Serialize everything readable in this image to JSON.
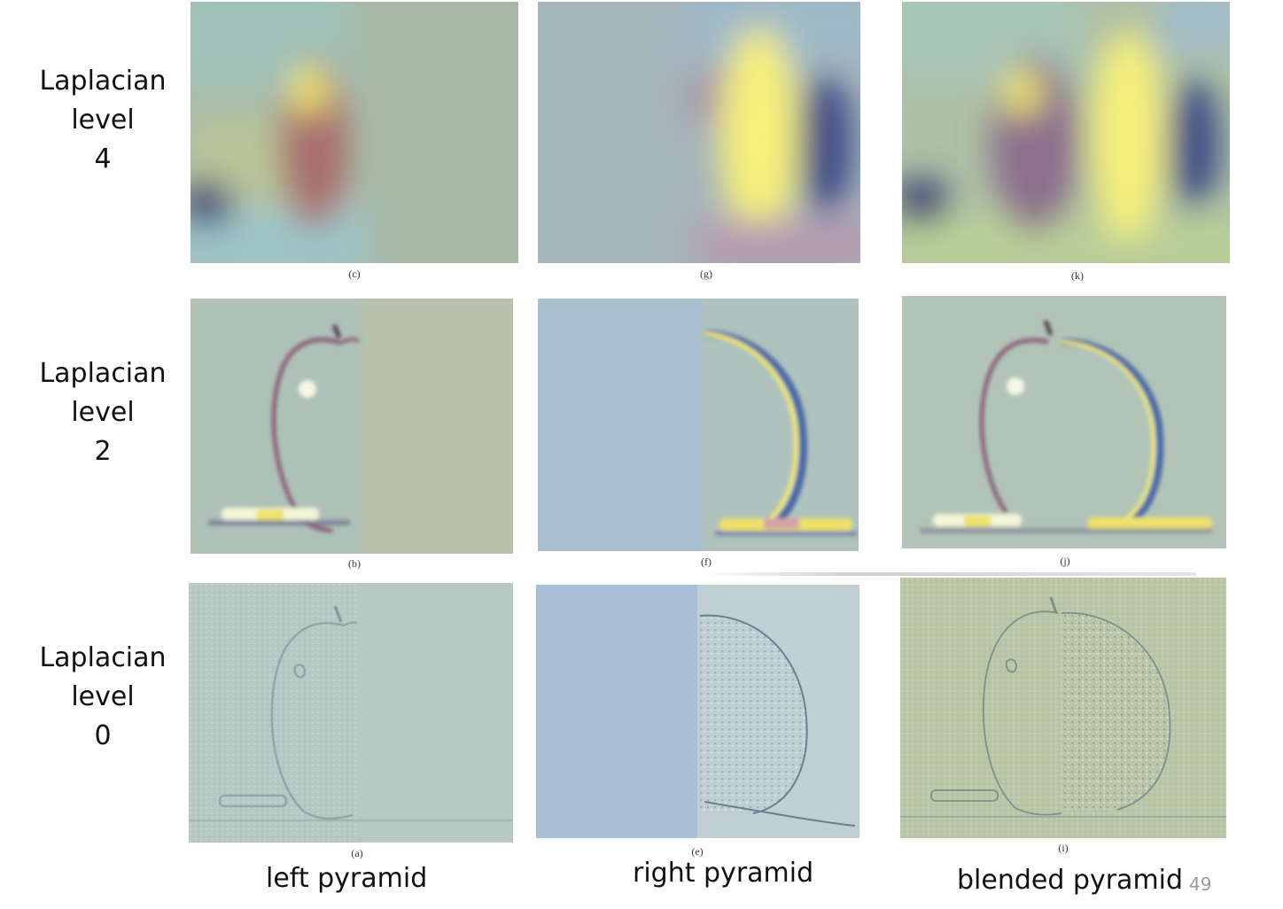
{
  "rows": [
    {
      "line1": "Laplacian",
      "line2": "level",
      "line3": "4"
    },
    {
      "line1": "Laplacian",
      "line2": "level",
      "line3": "2"
    },
    {
      "line1": "Laplacian",
      "line2": "level",
      "line3": "0"
    }
  ],
  "captions": {
    "c": "(c)",
    "g": "(g)",
    "k": "(k)",
    "b": "(b)",
    "f": "(f)",
    "j": "(j)",
    "a": "(a)",
    "e": "(e)",
    "i": "(i)"
  },
  "columns": {
    "left": "left pyramid",
    "right": "right pyramid",
    "blended": "blended pyramid"
  },
  "page_number": "49",
  "colors": {
    "background_blue": "#a9bfd2",
    "background_green": "#b6c3a8",
    "apple_yellow": "#f3ee7a",
    "apple_red": "#a86a6a",
    "shadow_blue": "#3f4e86"
  }
}
